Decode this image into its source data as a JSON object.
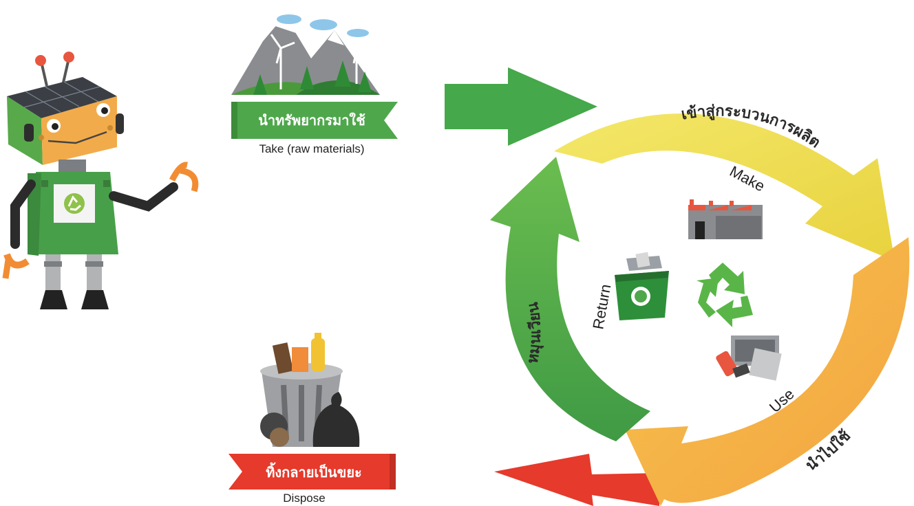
{
  "take": {
    "thai_label": "นำทรัพยากรมาใช้",
    "english_label": "Take (raw materials)"
  },
  "dispose": {
    "thai_label": "ทิ้งกลายเป็นขยะ",
    "english_label": "Dispose"
  },
  "cycle": {
    "make": {
      "thai_label": "เข้าสู่กระบวนการผลิต",
      "english_label": "Make"
    },
    "use": {
      "thai_label": "นำไปใช้",
      "english_label": "Use"
    },
    "return": {
      "thai_label": "หมุนเวียน",
      "english_label": "Return"
    }
  },
  "colors": {
    "take_arrow": "#45a84a",
    "ribbon_green": "#4fa74c",
    "dispose_arrow": "#e53a2c",
    "make_arrow": "#efe05a",
    "use_arrow": "#f6b548",
    "return_arrow": "#52ab4b",
    "robot_body": "#47a049",
    "robot_head": "#f2ab4a"
  }
}
